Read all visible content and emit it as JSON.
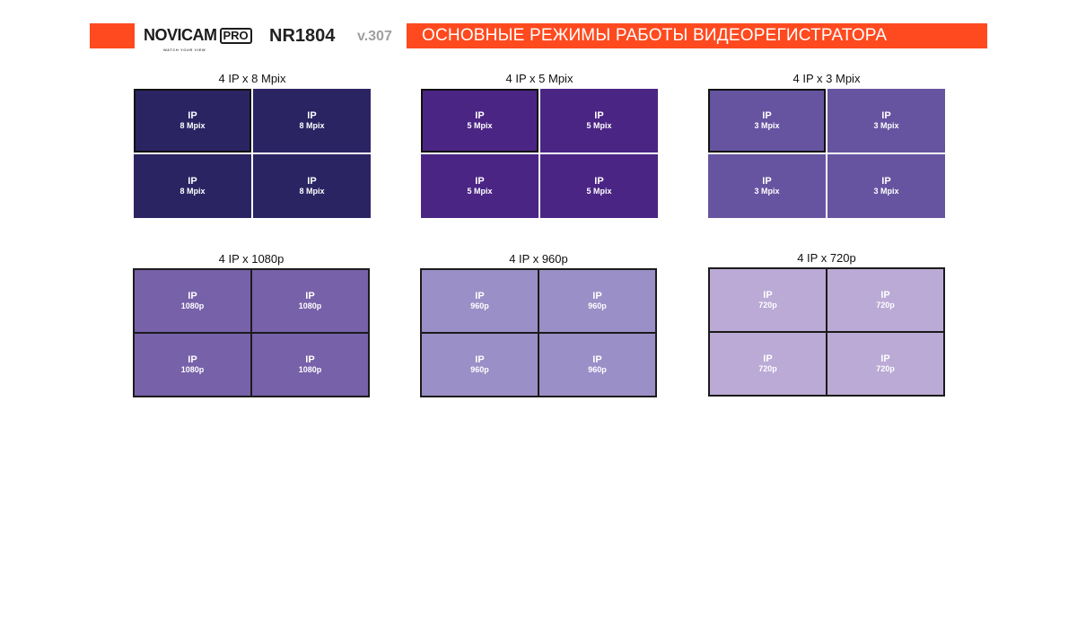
{
  "header": {
    "logo_text": "NOVICAM",
    "logo_tagline": "WATCH YOUR VIEW",
    "logo_badge": "PRO",
    "model": "NR1804",
    "version": "v.307",
    "title": "ОСНОВНЫЕ РЕЖИМЫ РАБОТЫ ВИДЕОРЕГИСТРАТОРА",
    "accent_color": "#ff4a1f"
  },
  "modes": [
    {
      "label": "4 IP x 8 Mpix",
      "color": "#2b2463",
      "framed": false,
      "cells": [
        {
          "type": "IP",
          "res": "8 Mpix"
        },
        {
          "type": "IP",
          "res": "8 Mpix"
        },
        {
          "type": "IP",
          "res": "8 Mpix"
        },
        {
          "type": "IP",
          "res": "8 Mpix"
        }
      ]
    },
    {
      "label": "4 IP x 5 Mpix",
      "color": "#4b2584",
      "framed": false,
      "cells": [
        {
          "type": "IP",
          "res": "5 Mpix"
        },
        {
          "type": "IP",
          "res": "5 Mpix"
        },
        {
          "type": "IP",
          "res": "5 Mpix"
        },
        {
          "type": "IP",
          "res": "5 Mpix"
        }
      ]
    },
    {
      "label": "4 IP x 3 Mpix",
      "color": "#6654a0",
      "framed": false,
      "cells": [
        {
          "type": "IP",
          "res": "3 Mpix"
        },
        {
          "type": "IP",
          "res": "3 Mpix"
        },
        {
          "type": "IP",
          "res": "3 Mpix"
        },
        {
          "type": "IP",
          "res": "3 Mpix"
        }
      ]
    },
    {
      "label": "4 IP x 1080p",
      "color": "#7761a9",
      "framed": true,
      "cells": [
        {
          "type": "IP",
          "res": "1080p"
        },
        {
          "type": "IP",
          "res": "1080p"
        },
        {
          "type": "IP",
          "res": "1080p"
        },
        {
          "type": "IP",
          "res": "1080p"
        }
      ]
    },
    {
      "label": "4 IP x 960p",
      "color": "#9b8fc7",
      "framed": true,
      "cells": [
        {
          "type": "IP",
          "res": "960p"
        },
        {
          "type": "IP",
          "res": "960p"
        },
        {
          "type": "IP",
          "res": "960p"
        },
        {
          "type": "IP",
          "res": "960p"
        }
      ]
    },
    {
      "label": "4 IP x 720p",
      "color": "#baaad5",
      "framed": true,
      "cells": [
        {
          "type": "IP",
          "res": "720p"
        },
        {
          "type": "IP",
          "res": "720p"
        },
        {
          "type": "IP",
          "res": "720p"
        },
        {
          "type": "IP",
          "res": "720p"
        }
      ]
    }
  ]
}
